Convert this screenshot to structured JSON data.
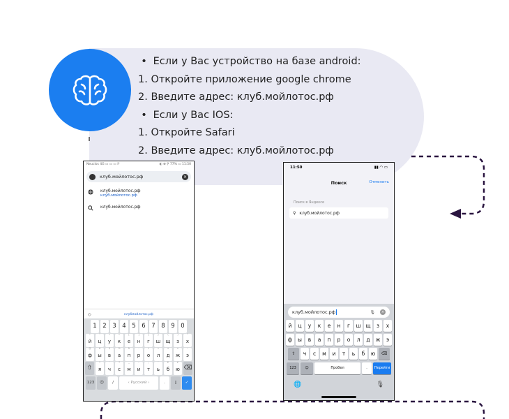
{
  "instructions": {
    "android_heading": "Если у Вас устройство на базе android:",
    "android_step1": "1. Откройте приложение google chrome",
    "android_step2": "2. Введите адрес: клуб.мойлотос.рф",
    "ios_heading": "Если у Вас IOS:",
    "ios_step1": "1. Откройте Safari",
    "ios_step2": "2. Введите адрес: клуб.мойлотос.рф"
  },
  "colors": {
    "accent": "#1b7ef0",
    "bubble": "#e9e9f3",
    "dashed_arrow": "#2a1540"
  },
  "android": {
    "status_left": "Neuclos 4G ▭ ▭ ▭ ℙ",
    "status_right": "◐ ⊕ ⚲ 77% ▭ 11:50",
    "search_value": "клуб.мойлотос.рф",
    "suggestion1_title": "клуб.мойлотос.рф",
    "suggestion1_sub": "клуб.мойлотос.рф",
    "suggestion2_title": "клуб.мойлотос.рф",
    "bar_text": "клубмойлотос.рф",
    "digits": [
      "1",
      "2",
      "3",
      "4",
      "5",
      "6",
      "7",
      "8",
      "9",
      "0"
    ],
    "row1": [
      "й",
      "ц",
      "у",
      "к",
      "е",
      "н",
      "г",
      "ш",
      "щ",
      "з",
      "х"
    ],
    "row1_hints": [
      "!",
      "\"",
      "«",
      "»",
      "[",
      "]",
      "{",
      "}",
      "(",
      ")",
      "^"
    ],
    "row2": [
      "ф",
      "ы",
      "в",
      "а",
      "п",
      "р",
      "о",
      "л",
      "д",
      "ж",
      "э"
    ],
    "row2_hints": [
      "@",
      "#",
      "$",
      "%",
      "&",
      "-",
      "+",
      "=",
      "<",
      ">",
      "~"
    ],
    "row3": [
      "я",
      "ч",
      "с",
      "м",
      "и",
      "т",
      "ь",
      "б",
      "ю"
    ],
    "row3_hints": [
      "*",
      "'",
      "?",
      "_",
      ":",
      ";",
      "'",
      "€",
      "£"
    ],
    "num_key": "123",
    "emoji_key": "☺",
    "slash_key": "/",
    "space_label": "‹ Русский ›",
    "dot_key": ".",
    "enter_key": "✓"
  },
  "ios": {
    "time": "11:50",
    "status_icons": "▮▮ ◠ ▭",
    "nav_title": "Поиск",
    "cancel_label": "Отменить",
    "section_label": "Поиск в Яндексе",
    "suggestion": "клуб.мойлотос.рф",
    "input_value": "клуб.мойлотос.рф",
    "row1": [
      "й",
      "ц",
      "у",
      "к",
      "е",
      "н",
      "г",
      "ш",
      "щ",
      "з",
      "х"
    ],
    "row2": [
      "ф",
      "ы",
      "в",
      "а",
      "п",
      "р",
      "о",
      "л",
      "д",
      "ж",
      "э"
    ],
    "row3": [
      "ч",
      "с",
      "м",
      "и",
      "т",
      "ь",
      "б",
      "ю"
    ],
    "shift_key": "⇧",
    "delete_key": "⌫",
    "num_key": "123",
    "emoji_key": "☺",
    "space_label": "Пробел",
    "dot_key": ".",
    "go_label": "Перейти",
    "globe_icon": "🌐",
    "mic_icon": "🎙"
  }
}
